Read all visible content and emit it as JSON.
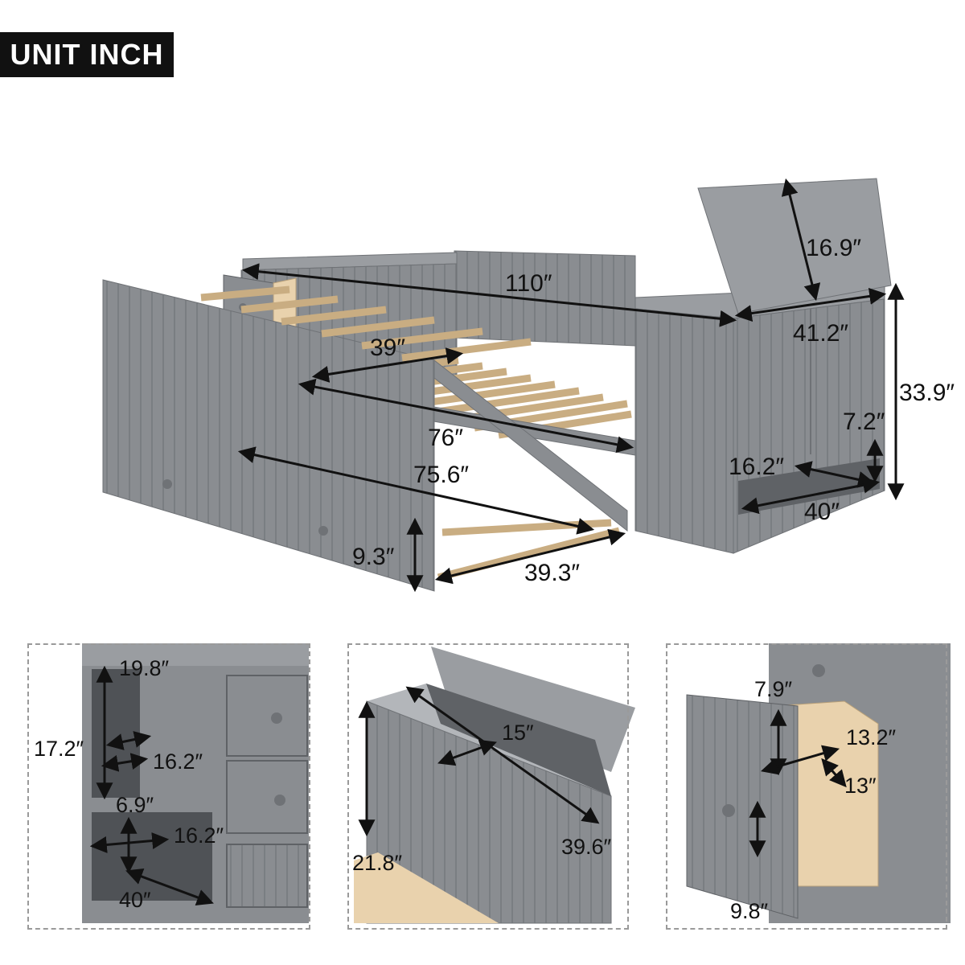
{
  "unit_label": "UNIT INCH",
  "main": {
    "width_total": "110″",
    "lid_height": "16.9″",
    "storage_depth": "41.2″",
    "height_total": "33.9″",
    "mattress_width": "39″",
    "mattress_length": "76″",
    "trundle_length": "75.6″",
    "shelf_opening_h": "7.2″",
    "shelf_depth": "16.2″",
    "shelf_width": "40″",
    "trundle_height": "9.3″",
    "trundle_width": "39.3″"
  },
  "panel_left": {
    "top_w": "19.8″",
    "side_h": "17.2″",
    "niche_d": "16.2″",
    "shelf_h": "6.9″",
    "shelf_d": "16.2″",
    "shelf_w": "40″"
  },
  "panel_mid": {
    "inner_depth": "15″",
    "inner_height": "21.8″",
    "inner_length": "39.6″"
  },
  "panel_right": {
    "drawer_h": "7.9″",
    "drawer_w": "13.2″",
    "drawer_d": "13″",
    "front_h": "9.8″"
  },
  "colors": {
    "gray": "#8a8d91",
    "gray_dark": "#6f7276",
    "wood": "#e9d2ad",
    "line": "#111111"
  }
}
